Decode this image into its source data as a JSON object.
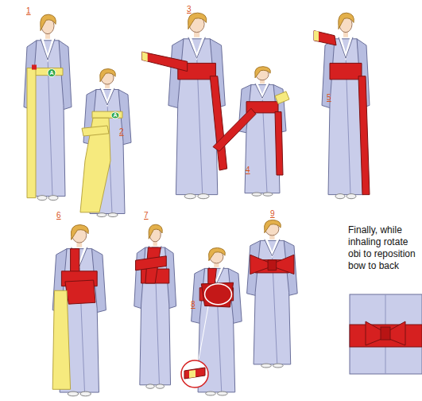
{
  "diagram": {
    "labels": [
      "1",
      "2",
      "3",
      "4",
      "5",
      "6",
      "7",
      "8",
      "9",
      "A",
      "A",
      "Finally, while inhaling rotate obi to reposition bow to back"
    ]
  }
}
